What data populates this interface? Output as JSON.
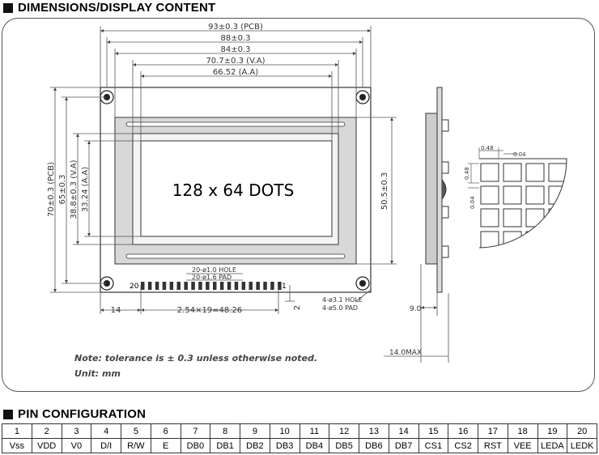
{
  "titles": {
    "dimensions": "DIMENSIONS/DISPLAY CONTENT",
    "pins": "PIN CONFIGURATION"
  },
  "dims": {
    "pcb_w": "93±0.3 (PCB)",
    "w88": "88±0.3",
    "w84": "84±0.3",
    "va_w": "70.7±0.3 (V.A)",
    "aa_w": "66.52 (A.A)",
    "pcb_h": "70±0.3 (PCB)",
    "h65": "65±0.3",
    "va_h": "38.8±0.3 (V.A)",
    "aa_h": "33.24 (A.A)",
    "h505": "50.5±0.3",
    "left14": "14",
    "pitch": "2.54×19=48.26",
    "two": "2",
    "hole20": "20-ø1.0 HOLE",
    "pad20": "20-ø1.6 PAD",
    "hole4": "4-ø3.1 HOLE",
    "pad4": "4-ø5.0 PAD",
    "pin20": "20",
    "pin1": "1",
    "side_9": "9.0",
    "side_14": "14.0MAX",
    "dot048_top": "0.48",
    "dot004_top": "0.04",
    "dot048_side": "0.48",
    "dot004_side": "0.04"
  },
  "display_text": "128 x 64 DOTS",
  "notes": {
    "tolerance": "Note: tolerance is ± 0.3 unless otherwise noted.",
    "unit": "Unit: mm"
  },
  "pins": {
    "numbers": [
      "1",
      "2",
      "3",
      "4",
      "5",
      "6",
      "7",
      "8",
      "9",
      "10",
      "11",
      "12",
      "13",
      "14",
      "15",
      "16",
      "17",
      "18",
      "19",
      "20"
    ],
    "names": [
      "Vss",
      "VDD",
      "V0",
      "D/I",
      "R/W",
      "E",
      "DB0",
      "DB1",
      "DB2",
      "DB3",
      "DB4",
      "DB5",
      "DB6",
      "DB7",
      "CS1",
      "CS2",
      "RST",
      "VEE",
      "LEDA",
      "LEDK"
    ]
  }
}
